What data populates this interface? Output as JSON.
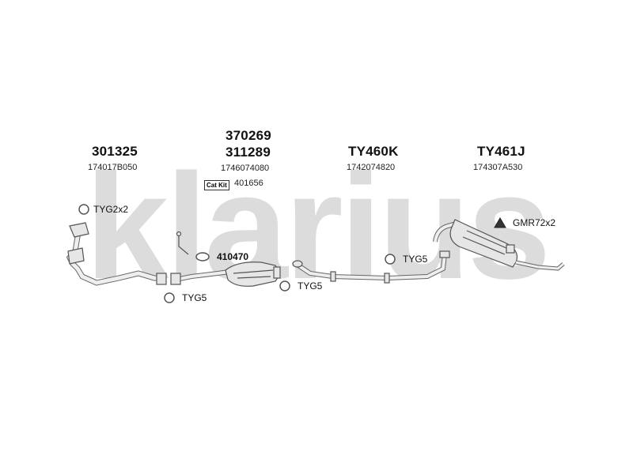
{
  "brand": {
    "watermark_word": "klarius"
  },
  "groups": [
    {
      "part_number": "301325",
      "oem": "174017B050"
    },
    {
      "part_number_top": "370269",
      "part_number": "311289",
      "oem": "1746074080",
      "cat_kit_badge": "Cat Kit",
      "cat_kit_number": "401656"
    },
    {
      "part_number": "TY460K",
      "oem": "1742074820"
    },
    {
      "part_number": "TY461J",
      "oem": "174307A530"
    }
  ],
  "fittings": [
    {
      "label": "TYG2x2",
      "icon": "gasket-ring-icon"
    },
    {
      "label": "410470",
      "icon": "gasket-oval-icon"
    },
    {
      "label": "TYG5",
      "icon": "gasket-ring-icon"
    },
    {
      "label": "TYG5",
      "icon": "gasket-ring-icon"
    },
    {
      "label": "TYG5",
      "icon": "gasket-ring-icon"
    },
    {
      "label": "GMR72x2",
      "icon": "rubber-mount-icon"
    }
  ],
  "colors": {
    "watermark": "#dcdcdc",
    "text": "#111111",
    "part_fill": "#e6e6e6",
    "part_stroke": "#555555"
  }
}
